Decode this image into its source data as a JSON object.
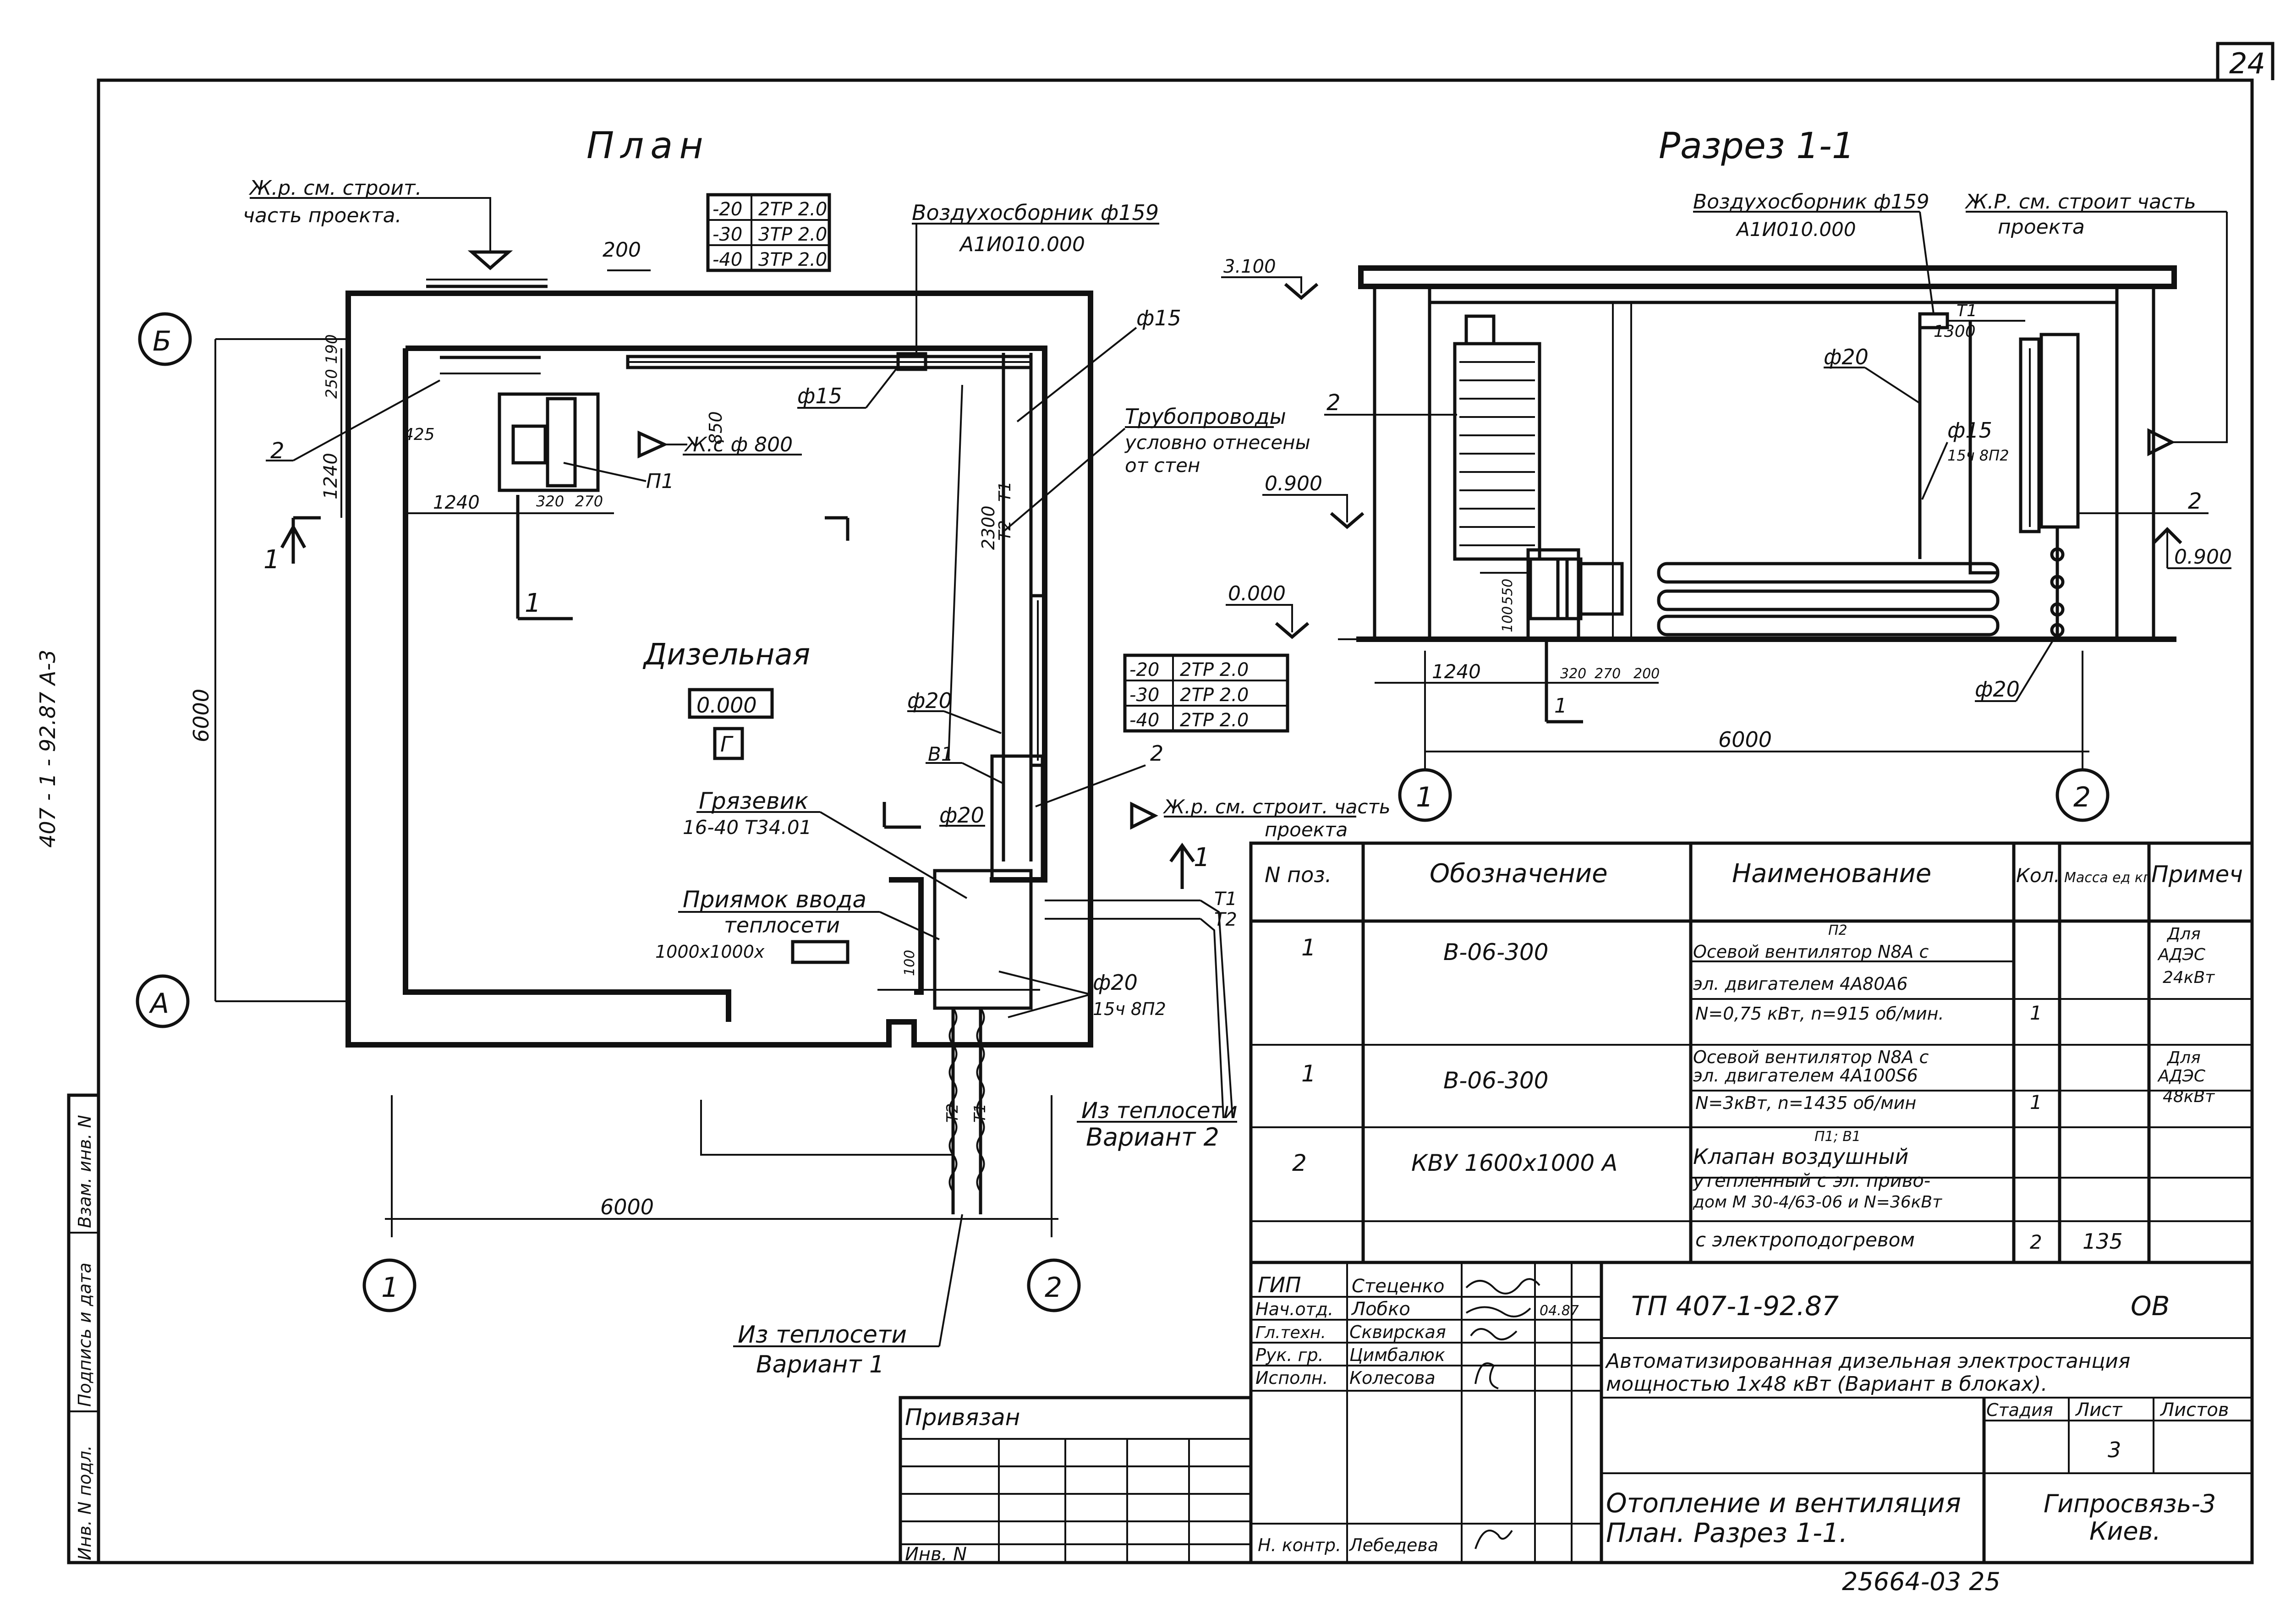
{
  "sheet": {
    "sheet_number_corner": "24",
    "left_margin_code": "407 - 1 - 92.87   A-3",
    "bottom_number": "25664-03  25"
  },
  "plan": {
    "title": "План",
    "room_name": "Дизельная",
    "room_level": "0.000",
    "room_category": "Г",
    "axis_labels": {
      "b": "Б",
      "a": "А",
      "one": "1",
      "two": "2"
    },
    "dims": {
      "d200": "200",
      "d250_190": "250 190",
      "d1240a": "1240",
      "d425": "425",
      "d1240b": "1240",
      "d320": "320",
      "d270": "270",
      "d850": "850",
      "d2300": "2300",
      "d6000h": "6000",
      "d6000v": "6000",
      "d100": "100"
    },
    "levels_table_top": [
      [
        "-20",
        "2ТР 2.0"
      ],
      [
        "-30",
        "3ТР 2.0"
      ],
      [
        "-40",
        "3ТР 2.0"
      ]
    ],
    "levels_table_right": [
      [
        "-20",
        "2ТР 2.0"
      ],
      [
        "-30",
        "2ТР 2.0"
      ],
      [
        "-40",
        "2ТР 2.0"
      ]
    ],
    "labels": {
      "zhr_top": "Ж.р. см. строит.",
      "zhr_top2": "часть проекта.",
      "air_collector": "Воздухосборник ф159",
      "air_collector_code": "А1И010.000",
      "phi15a": "ф15",
      "phi15b": "ф15",
      "pipelines1": "Трубопроводы",
      "pipelines2": "условно отнесены",
      "pipelines3": "от стен",
      "zhr_duct": "Ж.с ф 800",
      "p1": "П1",
      "t1": "Т1",
      "t2": "Т2",
      "phi20a": "ф20",
      "phi20b": "ф20",
      "b1": "В1",
      "pos2": "2",
      "pos2b": "2",
      "sect_1": "1",
      "sect_1b": "1",
      "sect_1c": "1",
      "mud1": "Грязевик",
      "mud2": "16-40 Т34.01",
      "pit1": "Приямок ввода",
      "pit2": "теплосети",
      "pit3": "1000х1000х",
      "phi20c": "ф20",
      "phi20c2": "15ч 8П2",
      "zhr_right": "Ж.р. см. строит. часть",
      "zhr_right2": "проекта",
      "t1r": "Т1",
      "t2r": "Т2",
      "from_net2a": "Из теплосети",
      "from_net2b": "Вариант 2",
      "from_net1a": "Из теплосети",
      "from_net1b": "Вариант 1",
      "t2v": "Т2",
      "t1v": "Т1"
    }
  },
  "section": {
    "title": "Разрез 1-1",
    "air_collector": "Воздухосборник ф159",
    "air_collector_code": "А1И010.000",
    "zhr1": "Ж.Р. см. строит часть",
    "zhr2": "проекта",
    "lvl_3100": "3.100",
    "lvl_0900": "0.900",
    "lvl_0000": "0.000",
    "lvl_0900r": "0.900",
    "t1": "Т1",
    "d1300": "1300",
    "phi20": "ф20",
    "phi15": "ф15",
    "phi15b": "15ч 8П2",
    "phi20b": "ф20",
    "pos2": "2",
    "pos2r": "2",
    "dims": {
      "d1240": "1240",
      "d320": "320",
      "d270": "270",
      "d200": "200",
      "d100": "100",
      "d550": "550",
      "d6000": "6000",
      "sect1": "1"
    },
    "axis_one": "1",
    "axis_two": "2"
  },
  "spec": {
    "headers": [
      "N поз.",
      "Обозначение",
      "Наименование",
      "Кол.",
      "Масса ед кг",
      "Примеч"
    ],
    "rows": [
      {
        "pos": "1",
        "code": "В-06-300",
        "name_top": "П2",
        "name1": "Осевой вентилятор N8А с",
        "name2": "эл. двигателем 4А80А6",
        "name3": "N=0,75 кВт, n=915 об/мин.",
        "qty": "1",
        "mass": "",
        "note1": "Для",
        "note2": "АДЭС",
        "note3": "24кВт"
      },
      {
        "pos": "1",
        "code": "В-06-300",
        "name1": "Осевой вентилятор N8А с",
        "name2": "эл. двигателем 4А100S6",
        "name3": "N=3кВт, n=1435 об/мин",
        "qty": "1",
        "mass": "",
        "note1": "Для",
        "note2": "АДЭС",
        "note3": "48кВт"
      },
      {
        "pos": "2",
        "code": "КВУ 1600х1000 А",
        "name_top": "П1; В1",
        "name1": "Клапан воздушный",
        "name2": "утепленный с эл. приво-",
        "name3": "дом М 30-4/63-06 и N=36кВт",
        "name4": "с электроподогревом",
        "qty": "2",
        "mass": "135",
        "note1": "",
        "note2": "",
        "note3": ""
      }
    ]
  },
  "title_block": {
    "roles": [
      [
        "ГИП",
        "Стеценко"
      ],
      [
        "Нач.отд.",
        "Лобко"
      ],
      [
        "Гл.техн.",
        "Сквирская"
      ],
      [
        "Рук. гр.",
        "Цимбалюк"
      ],
      [
        "Исполн.",
        "Колесова"
      ],
      [
        "Н. контр.",
        "Лебедева"
      ]
    ],
    "date": "04.87",
    "tp": "ТП 407-1-92.87",
    "ov": "ОВ",
    "desc1": "Автоматизированная дизельная электростанция",
    "desc2": "мощностью 1х48 кВт (Вариант в блоках).",
    "stage_hdr": "Стадия",
    "sheet_hdr": "Лист",
    "sheets_hdr": "Листов",
    "sheet_val": "3",
    "title1": "Отопление и вентиляция",
    "title2": "План. Разрез 1-1.",
    "org1": "Гипросвязь-3",
    "org2": "Киев.",
    "privyazan": "Привязан",
    "inv": "Инв. N"
  },
  "side_stamp": {
    "c1": "Инв. N подл.",
    "c2": "Подпись и дата",
    "c3": "Взам. инв. N"
  }
}
